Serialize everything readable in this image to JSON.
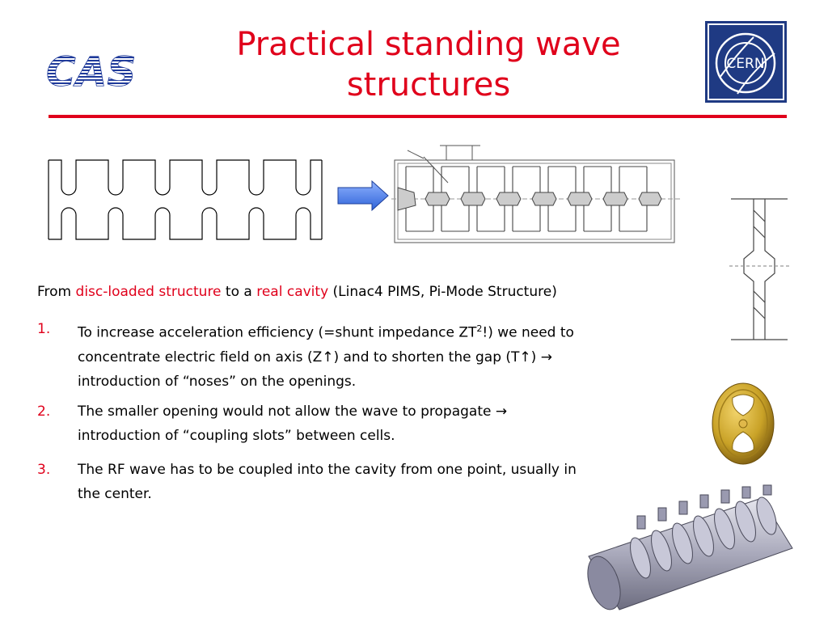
{
  "slide": {
    "title_line1": "Practical standing wave",
    "title_line2": "structures",
    "logo_left_text": "CAS",
    "logo_right_text": "CERN"
  },
  "body": {
    "intro_prefix": "From ",
    "intro_red1": "disc-loaded structure",
    "intro_mid": " to a ",
    "intro_red2": "real cavity",
    "intro_suffix": " (Linac4 PIMS, Pi-Mode Structure)",
    "items": [
      {
        "number": "1.",
        "line1_a": "To increase acceleration efficiency (=shunt impedance ZT",
        "line1_sup": "2",
        "line1_b": "!) we need to",
        "line2": "concentrate electric field on axis (Z↑) and to shorten the gap (T↑) →",
        "line3": "introduction of “noses” on the openings."
      },
      {
        "number": "2.",
        "line1": "The smaller opening would not allow the wave to propagate →",
        "line2": "introduction of “coupling slots” between cells."
      },
      {
        "number": "3.",
        "line1": "The RF wave has to be coupled into the cavity from one point, usually in",
        "line2": "the center."
      }
    ]
  },
  "colors": {
    "accent_red": "#e0001b",
    "cas_blue": "#1f3a9a",
    "cern_blue": "#1f3a83",
    "arrow_blue": "#4a7fe0",
    "disc_gold": "#c9a227"
  },
  "icons": [
    "cas-logo",
    "cern-logo",
    "right-arrow-icon"
  ]
}
